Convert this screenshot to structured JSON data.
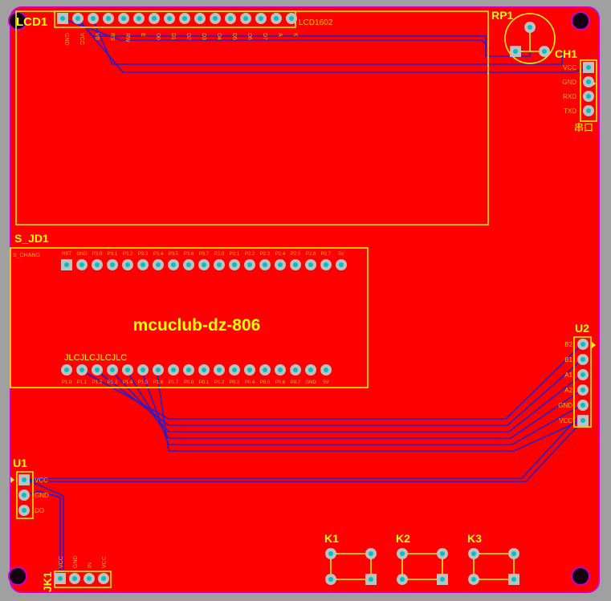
{
  "colors": {
    "board": "#ff0000",
    "outline": "#cc00cc",
    "silk": "#ffff00",
    "trace": "#2020d0",
    "pad": "#c0c0c0",
    "pad_hole": "#00c0c0"
  },
  "board_text": "mcuclub-dz-806",
  "lcd": {
    "designator": "LCD1",
    "label": "LCD1602",
    "pins": [
      "GND",
      "VCC",
      "V0",
      "RS",
      "RW",
      "E",
      "D0",
      "D1",
      "D2",
      "D3",
      "D4",
      "D5",
      "D6",
      "D7",
      "A",
      "K"
    ]
  },
  "rp": {
    "designator": "RP1"
  },
  "ch": {
    "designator": "CH1",
    "caption": "串口",
    "pins": [
      "VCC",
      "GND",
      "RXD",
      "TXD"
    ]
  },
  "sjd": {
    "designator": "S_JD1",
    "top_label": "S_CHANG",
    "top_pins": [
      "RST",
      "GND",
      "P3.0",
      "P3.1",
      "P3.2",
      "P3.3",
      "P3.4",
      "P3.5",
      "P3.6",
      "P3.7",
      "P2.0",
      "P2.1",
      "P2.2",
      "P2.3",
      "P2.4",
      "P2.5",
      "P2.6",
      "P2.7",
      "5V"
    ],
    "bottom_tag": "JLCJLCJLCJLC",
    "bottom_pins": [
      "P1.0",
      "P1.1",
      "P1.2",
      "P1.3",
      "P1.4",
      "P1.5",
      "P1.6",
      "P1.7",
      "P0.0",
      "P0.1",
      "P0.2",
      "P0.3",
      "P0.4",
      "P0.5",
      "P0.6",
      "P0.7",
      "GND",
      "5V"
    ]
  },
  "u2": {
    "designator": "U2",
    "pins": [
      "B2",
      "B1",
      "A1",
      "A2",
      "GND",
      "VCC"
    ]
  },
  "u1": {
    "designator": "U1",
    "pins": [
      "VCC",
      "GND",
      "DO"
    ]
  },
  "jk": {
    "designator": "JK1",
    "pins": [
      "VCC",
      "GND",
      "IN",
      "VCC"
    ]
  },
  "keys": [
    {
      "designator": "K1"
    },
    {
      "designator": "K2"
    },
    {
      "designator": "K3"
    }
  ]
}
